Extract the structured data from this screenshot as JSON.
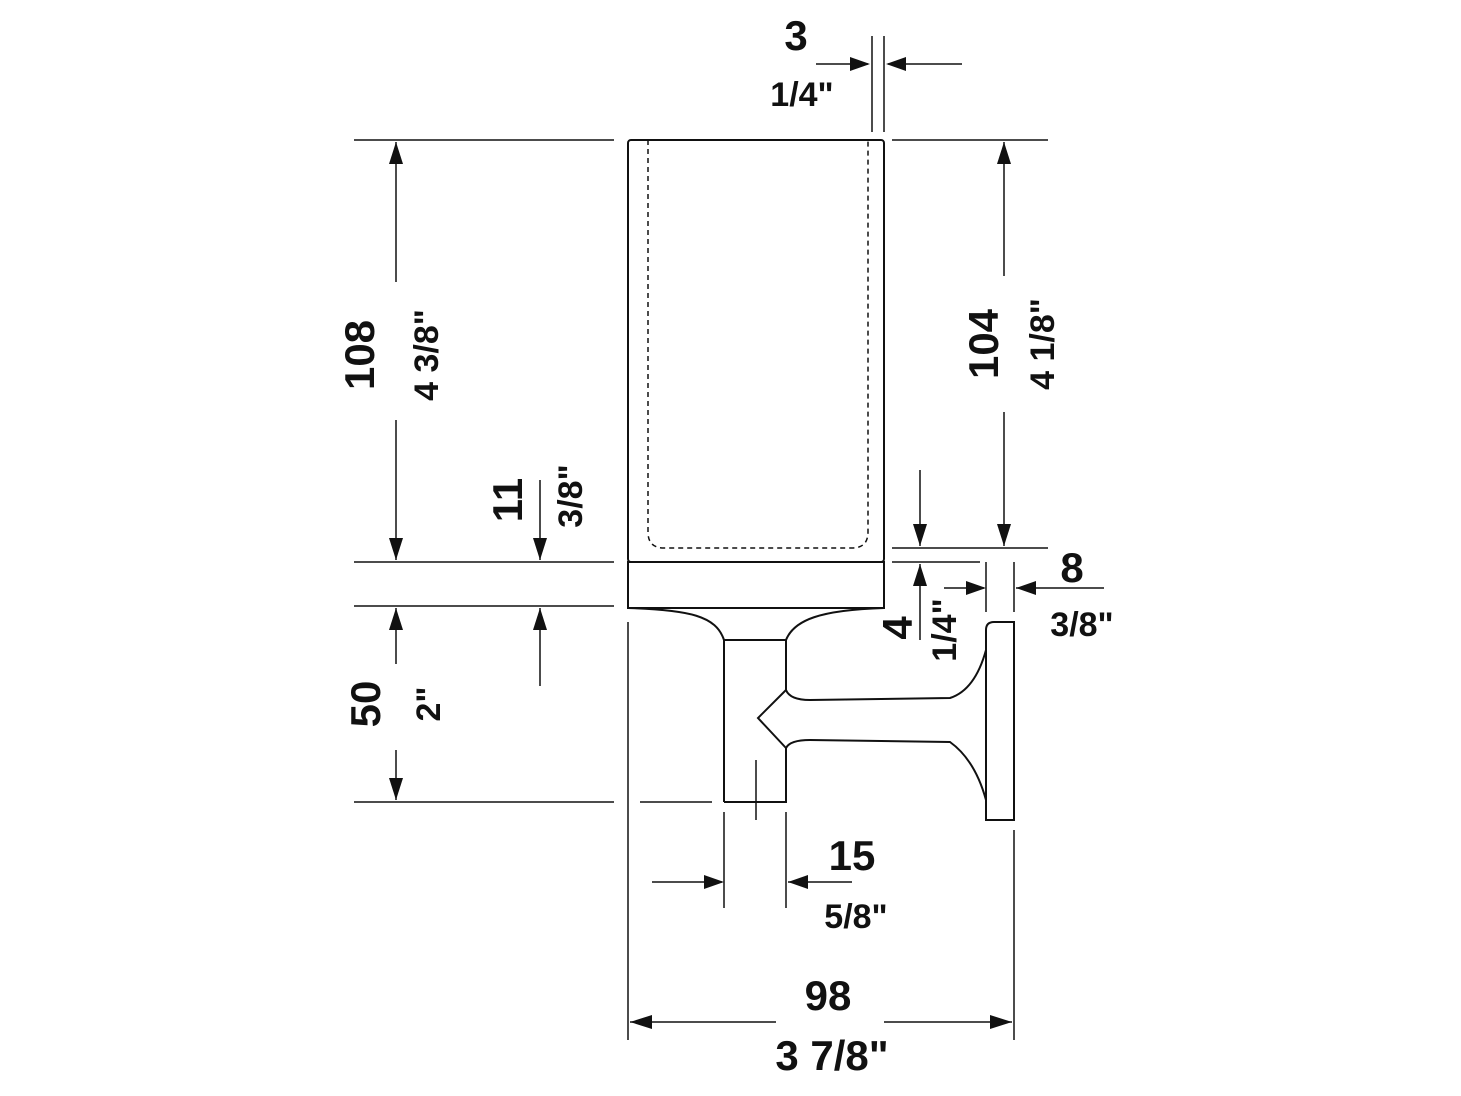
{
  "dimensions": {
    "wall_gap": {
      "mm": "3",
      "inch": "1/4\""
    },
    "overall_height": {
      "mm": "108",
      "inch": "4 3/8\""
    },
    "glass_height": {
      "mm": "104",
      "inch": "4 1/8\""
    },
    "ring_height": {
      "mm": "11",
      "inch": "3/8\""
    },
    "bracket_drop": {
      "mm": "50",
      "inch": "2\""
    },
    "rim_to_plate": {
      "mm": "4",
      "inch": "1/4\""
    },
    "plate_thickness": {
      "mm": "8",
      "inch": "3/8\""
    },
    "stem_width": {
      "mm": "15",
      "inch": "5/8\""
    },
    "overall_depth": {
      "mm": "98",
      "inch": "3 7/8\""
    }
  }
}
